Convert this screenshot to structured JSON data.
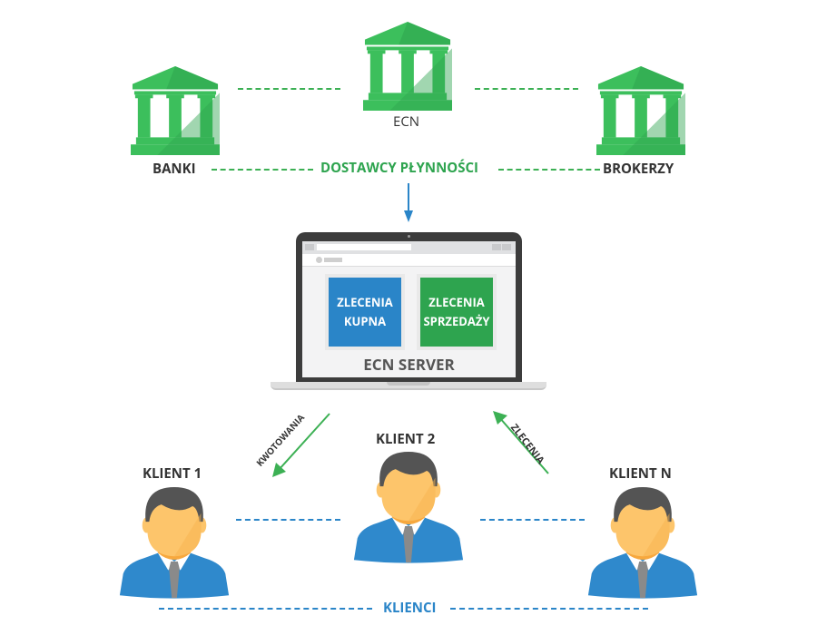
{
  "colors": {
    "green": "#3cb054",
    "green_dark": "#2ea44f",
    "blue": "#2a85c8",
    "text_dark": "#333333",
    "laptop_frame": "#3c3c3c"
  },
  "providers": {
    "ecn_label": "ECN",
    "banks_label": "BANKI",
    "brokers_label": "BROKERZY",
    "group_label": "DOSTAWCY PŁYNNOŚCI",
    "icon": "bank-building-icon"
  },
  "server": {
    "title": "ECN SERVER",
    "buy_orders": [
      "ZLECENIA",
      "KUPNA"
    ],
    "sell_orders": [
      "ZLECENIA",
      "SPRZEDAŻY"
    ],
    "icon": "laptop-icon"
  },
  "flows": {
    "quotes_label": "KWOTOWANIA",
    "orders_label": "ZLECENIA"
  },
  "clients": {
    "client_1": "KLIENT 1",
    "client_2": "KLIENT 2",
    "client_n": "KLIENT N",
    "group_label": "KLIENCI",
    "icon": "businessman-avatar-icon"
  }
}
